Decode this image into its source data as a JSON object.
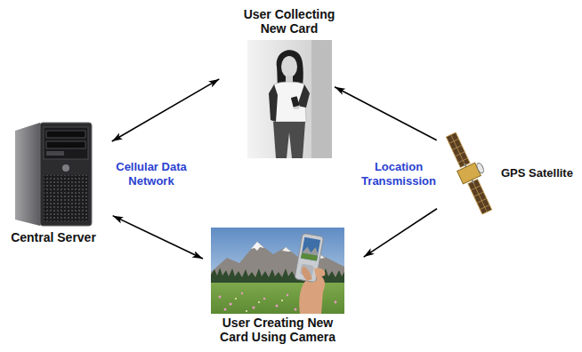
{
  "diagram": {
    "nodes": [
      {
        "text": [
          "User Collecting New Card"
        ]
      },
      {
        "text": [
          "Central Server"
        ]
      },
      {
        "text": [
          "GPS Satellite"
        ]
      },
      {
        "text": [
          "User Creating New Card Using Camera"
        ]
      }
    ],
    "edges": [
      {
        "from": 1,
        "to": 0,
        "arrow": "both"
      },
      {
        "from": 1,
        "to": 3,
        "arrow": "both"
      },
      {
        "from": 2,
        "to": 0,
        "arrow": "to"
      },
      {
        "from": 2,
        "to": 3,
        "arrow": "to"
      }
    ],
    "labels": [
      "Cellular Data Network",
      "Location Transmission"
    ]
  }
}
